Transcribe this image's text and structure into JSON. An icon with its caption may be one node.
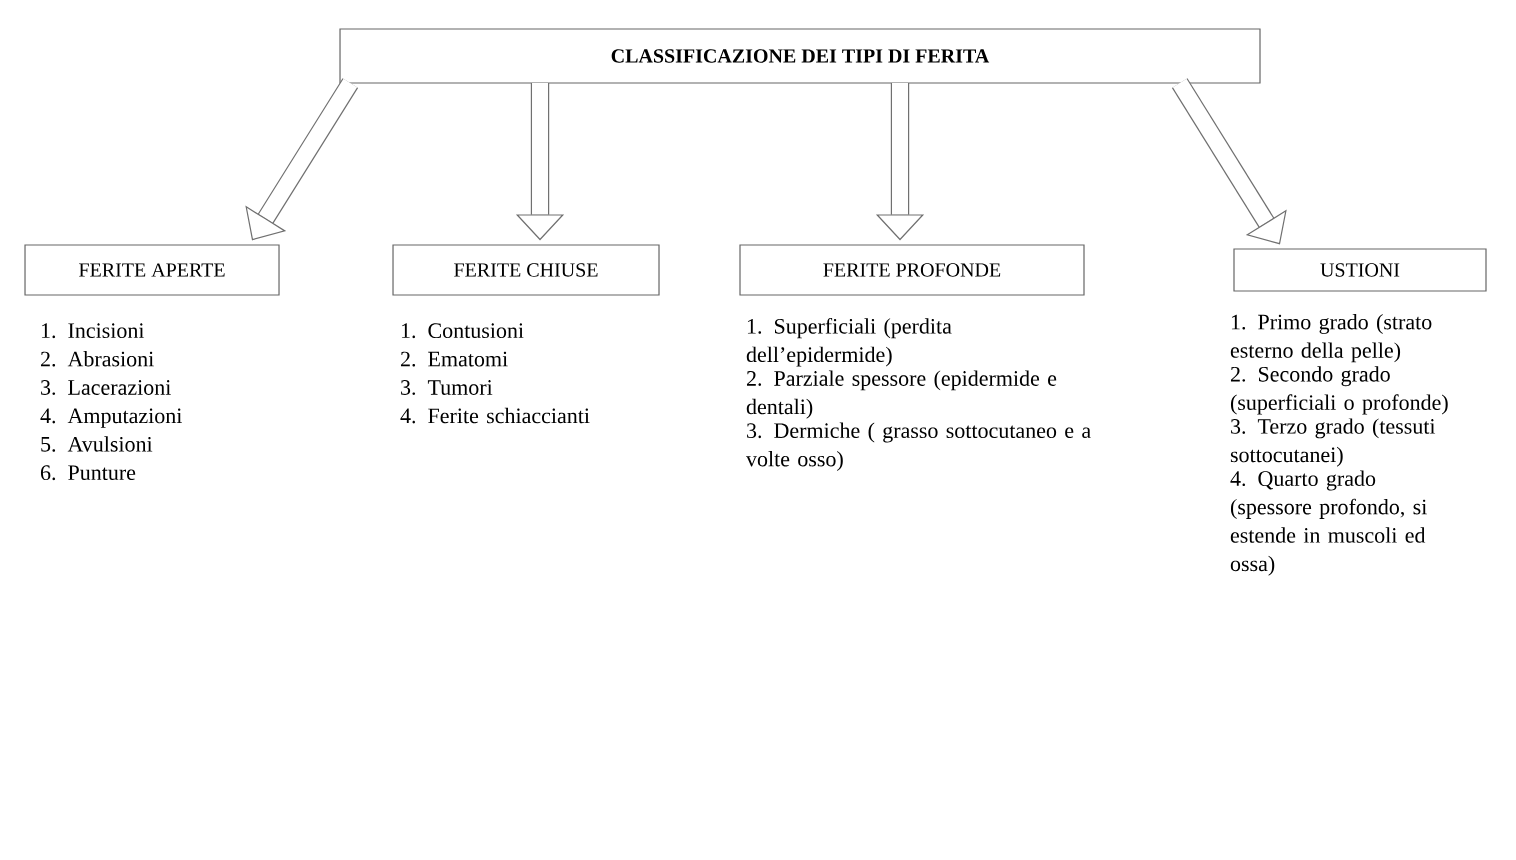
{
  "diagram": {
    "nodes": [
      {
        "text": [
          "CLASSIFICAZIONE  DEI TIPI DI  FERITA"
        ]
      },
      {
        "text": [
          "FERITE APERTE"
        ],
        "beside": [
          "1. Incisioni",
          "2. Abrasioni",
          "3. Lacerazioni",
          "4. Amputazioni",
          "5. Avulsioni",
          "6. Punture"
        ]
      },
      {
        "text": [
          "FERITE CHIUSE"
        ],
        "beside": [
          "1. Contusioni",
          "2. Ematomi",
          "3. Tumori",
          "4. Ferite schiaccianti"
        ]
      },
      {
        "text": [
          "FERITE PROFONDE"
        ],
        "beside": [
          "1. Superficiali (perdita dell’epidermide)",
          "2. Parziale spessore (epidermide e dentali)",
          "3. Dermiche ( grasso sottocutaneo e a volte osso)"
        ]
      },
      {
        "text": [
          "USTIONI"
        ],
        "beside": [
          "1. Primo grado (strato esterno della pelle)",
          "2. Secondo grado (superficiali o profonde)",
          "3. Terzo grado (tessuti sottocutanei)",
          "4. Quarto grado (spessore profondo, si estende in muscoli ed ossa)"
        ]
      }
    ],
    "edges": [
      {
        "from": 0,
        "to": 1,
        "arrow": "to"
      },
      {
        "from": 0,
        "to": 2,
        "arrow": "to"
      },
      {
        "from": 0,
        "to": 3,
        "arrow": "to"
      },
      {
        "from": 0,
        "to": 4,
        "arrow": "to"
      }
    ]
  }
}
